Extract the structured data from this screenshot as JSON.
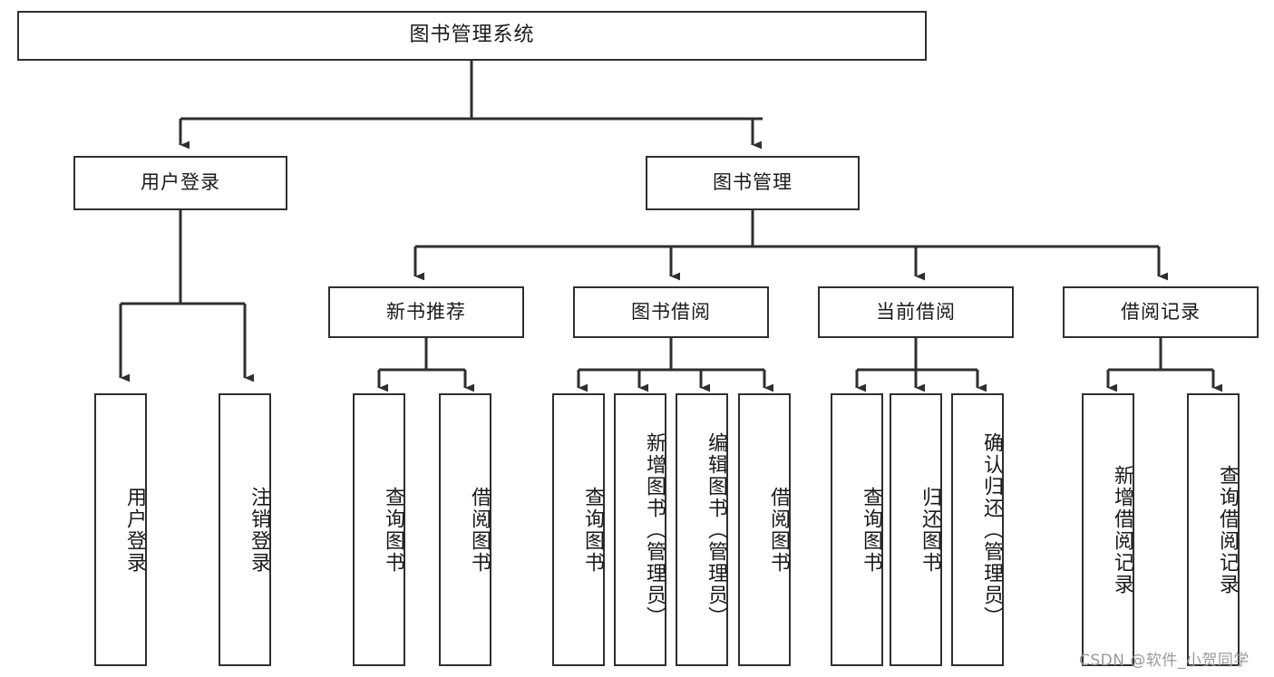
{
  "diagram": {
    "title": "图书管理系统",
    "watermark": "CSDN @软件_小贺同学",
    "colors": {
      "stroke": "#2f2f2f",
      "fill": "#ffffff",
      "text": "#1a1a1a",
      "watermark": "#9a9a9a"
    },
    "root": {
      "label": "图书管理系统"
    },
    "level2": [
      {
        "label": "用户登录"
      },
      {
        "label": "图书管理"
      }
    ],
    "level3": [
      {
        "label": "新书推荐"
      },
      {
        "label": "图书借阅"
      },
      {
        "label": "当前借阅"
      },
      {
        "label": "借阅记录"
      }
    ],
    "leaves": {
      "user_login": [
        {
          "label": "用户登录"
        },
        {
          "label": "注销登录"
        }
      ],
      "new_book_recommend": [
        {
          "label": "查询图书"
        },
        {
          "label": "借阅图书"
        }
      ],
      "book_borrow": [
        {
          "label": "查询图书"
        },
        {
          "label": "新增图书（管理员）"
        },
        {
          "label": "编辑图书（管理员）"
        },
        {
          "label": "借阅图书"
        }
      ],
      "current_borrow": [
        {
          "label": "查询图书"
        },
        {
          "label": "归还图书"
        },
        {
          "label": "确认归还（管理员）"
        }
      ],
      "borrow_record": [
        {
          "label": "新增借阅记录"
        },
        {
          "label": "查询借阅记录"
        }
      ]
    }
  }
}
